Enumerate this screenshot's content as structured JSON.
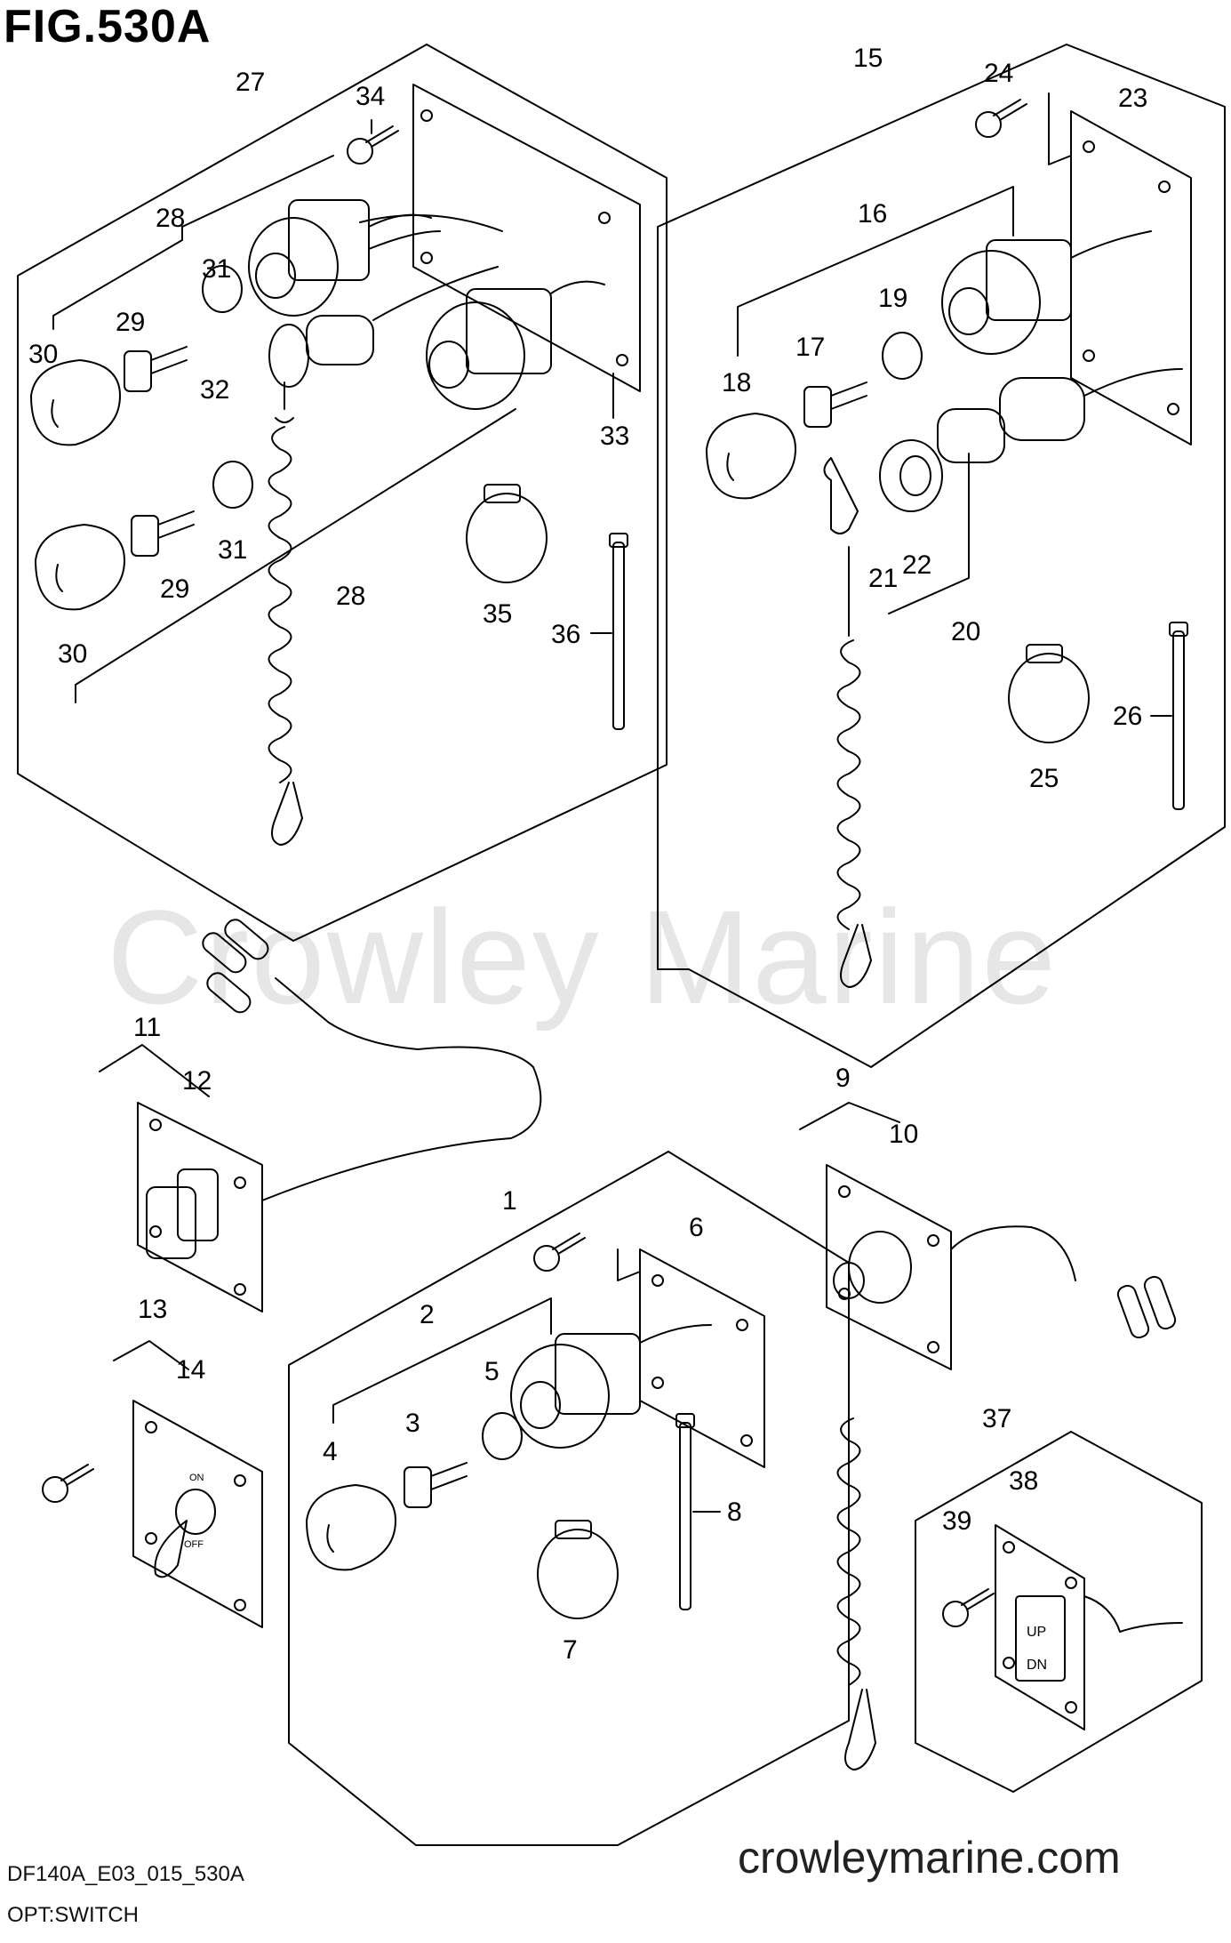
{
  "header": {
    "title": "FIG.530A"
  },
  "watermark": "Crowley Marine",
  "footer": {
    "site": "crowleymarine.com",
    "code": "DF140A_E03_015_530A",
    "caption": "OPT:SWITCH"
  },
  "callouts": [
    {
      "id": "c27",
      "label": "27"
    },
    {
      "id": "c34",
      "label": "34"
    },
    {
      "id": "c28a",
      "label": "28"
    },
    {
      "id": "c31a",
      "label": "31"
    },
    {
      "id": "c29a",
      "label": "29"
    },
    {
      "id": "c30a",
      "label": "30"
    },
    {
      "id": "c32",
      "label": "32"
    },
    {
      "id": "c33",
      "label": "33"
    },
    {
      "id": "c31b",
      "label": "31"
    },
    {
      "id": "c29b",
      "label": "29"
    },
    {
      "id": "c28b",
      "label": "28"
    },
    {
      "id": "c35",
      "label": "35"
    },
    {
      "id": "c30b",
      "label": "30"
    },
    {
      "id": "c36",
      "label": "36"
    },
    {
      "id": "c15",
      "label": "15"
    },
    {
      "id": "c24",
      "label": "24"
    },
    {
      "id": "c23",
      "label": "23"
    },
    {
      "id": "c16",
      "label": "16"
    },
    {
      "id": "c19",
      "label": "19"
    },
    {
      "id": "c17",
      "label": "17"
    },
    {
      "id": "c18",
      "label": "18"
    },
    {
      "id": "c21",
      "label": "21"
    },
    {
      "id": "c22",
      "label": "22"
    },
    {
      "id": "c20",
      "label": "20"
    },
    {
      "id": "c26",
      "label": "26"
    },
    {
      "id": "c25",
      "label": "25"
    },
    {
      "id": "c11",
      "label": "11"
    },
    {
      "id": "c12",
      "label": "12"
    },
    {
      "id": "c13",
      "label": "13"
    },
    {
      "id": "c14",
      "label": "14"
    },
    {
      "id": "c1",
      "label": "1"
    },
    {
      "id": "c6",
      "label": "6"
    },
    {
      "id": "c2",
      "label": "2"
    },
    {
      "id": "c5",
      "label": "5"
    },
    {
      "id": "c3",
      "label": "3"
    },
    {
      "id": "c4",
      "label": "4"
    },
    {
      "id": "c8",
      "label": "8"
    },
    {
      "id": "c7",
      "label": "7"
    },
    {
      "id": "c9",
      "label": "9"
    },
    {
      "id": "c10",
      "label": "10"
    },
    {
      "id": "c37",
      "label": "37"
    },
    {
      "id": "c38",
      "label": "38"
    },
    {
      "id": "c39",
      "label": "39"
    }
  ],
  "switch_text": {
    "on": "ON",
    "off": "OFF",
    "up": "UP",
    "dn": "DN"
  }
}
